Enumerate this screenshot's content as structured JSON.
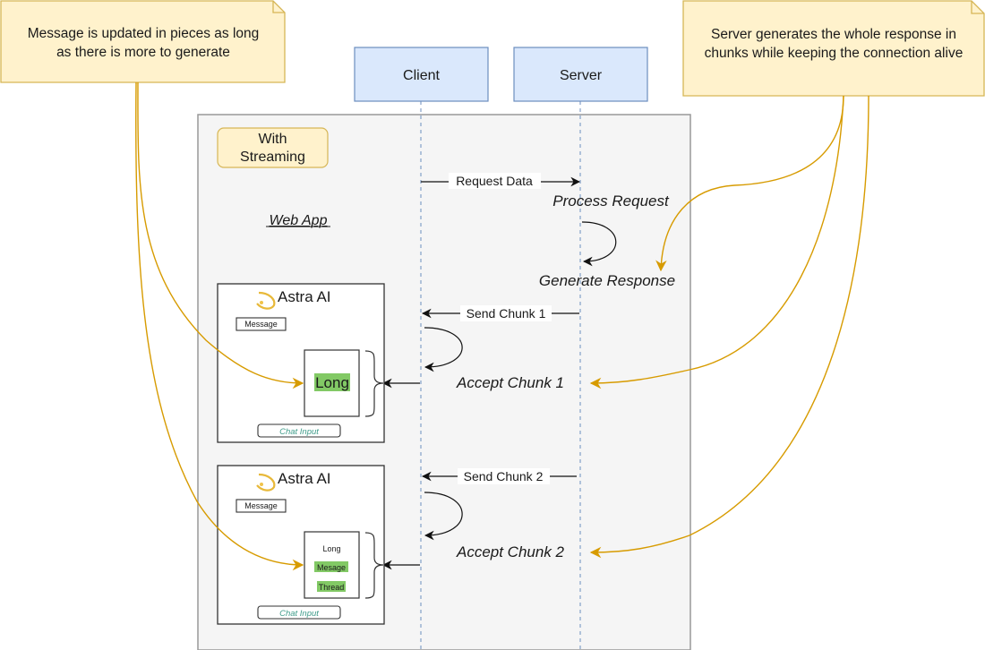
{
  "notes": {
    "left": {
      "lines": [
        "Message is updated in pieces as long",
        "as there is more to generate"
      ]
    },
    "right": {
      "lines": [
        "Server generates the whole response in",
        "chunks while keeping the connection alive"
      ]
    }
  },
  "actors": {
    "client": "Client",
    "server": "Server"
  },
  "frame": {
    "badge_lines": [
      "With",
      "Streaming"
    ],
    "app_label": "Web App"
  },
  "messages": {
    "request": "Request Data",
    "send_chunk_1": "Send Chunk 1",
    "send_chunk_2": "Send Chunk 2"
  },
  "steps": {
    "process_request": "Process Request",
    "generate_response": "Generate Response",
    "accept_chunk_1": "Accept Chunk 1",
    "accept_chunk_2": "Accept Chunk 2"
  },
  "app_mockups": [
    {
      "title": "Astra AI",
      "message_label": "Message",
      "thread_lines": [
        {
          "text": "Long",
          "highlighted": true
        }
      ],
      "chat_input": "Chat Input"
    },
    {
      "title": "Astra AI",
      "message_label": "Message",
      "thread_lines": [
        {
          "text": "Long",
          "highlighted": false
        },
        {
          "text": "Mesage",
          "highlighted": true
        },
        {
          "text": "Thread",
          "highlighted": true
        }
      ],
      "chat_input": "Chat Input"
    }
  ],
  "colors": {
    "note_fill": "#fff2cc",
    "note_stroke": "#d6b656",
    "actor_fill": "#dae8fc",
    "actor_stroke": "#6c8ebf",
    "frame_fill": "#f5f5f5",
    "frame_stroke": "#999999",
    "orange_arrow": "#d79b00",
    "highlight_green": "#82c965",
    "lifeline": "#6c8ebf"
  }
}
